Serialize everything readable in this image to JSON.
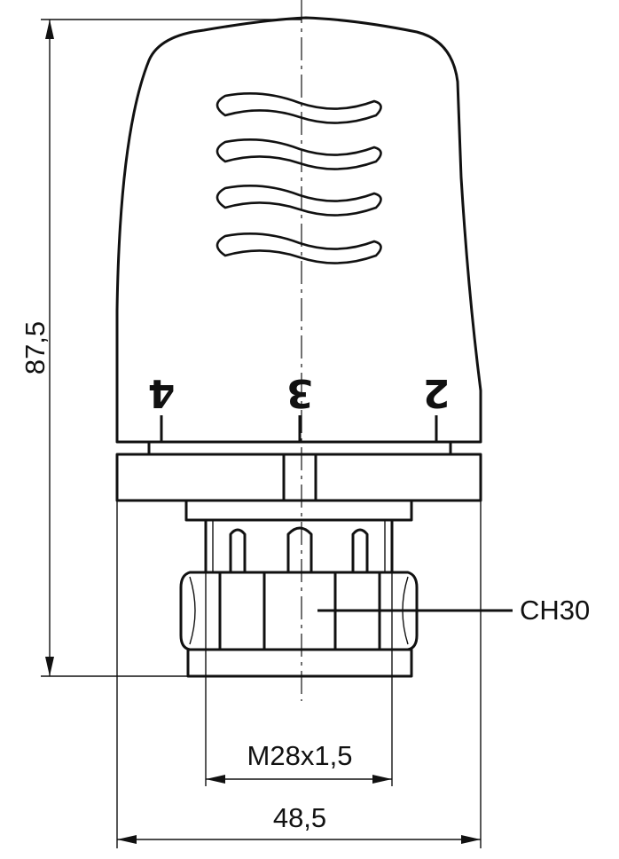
{
  "dimensions": {
    "height": "87,5",
    "thread": "M28x1,5",
    "width": "48,5"
  },
  "callout": {
    "label": "CH30"
  },
  "scale_marks": [
    "4",
    "3",
    "2"
  ]
}
